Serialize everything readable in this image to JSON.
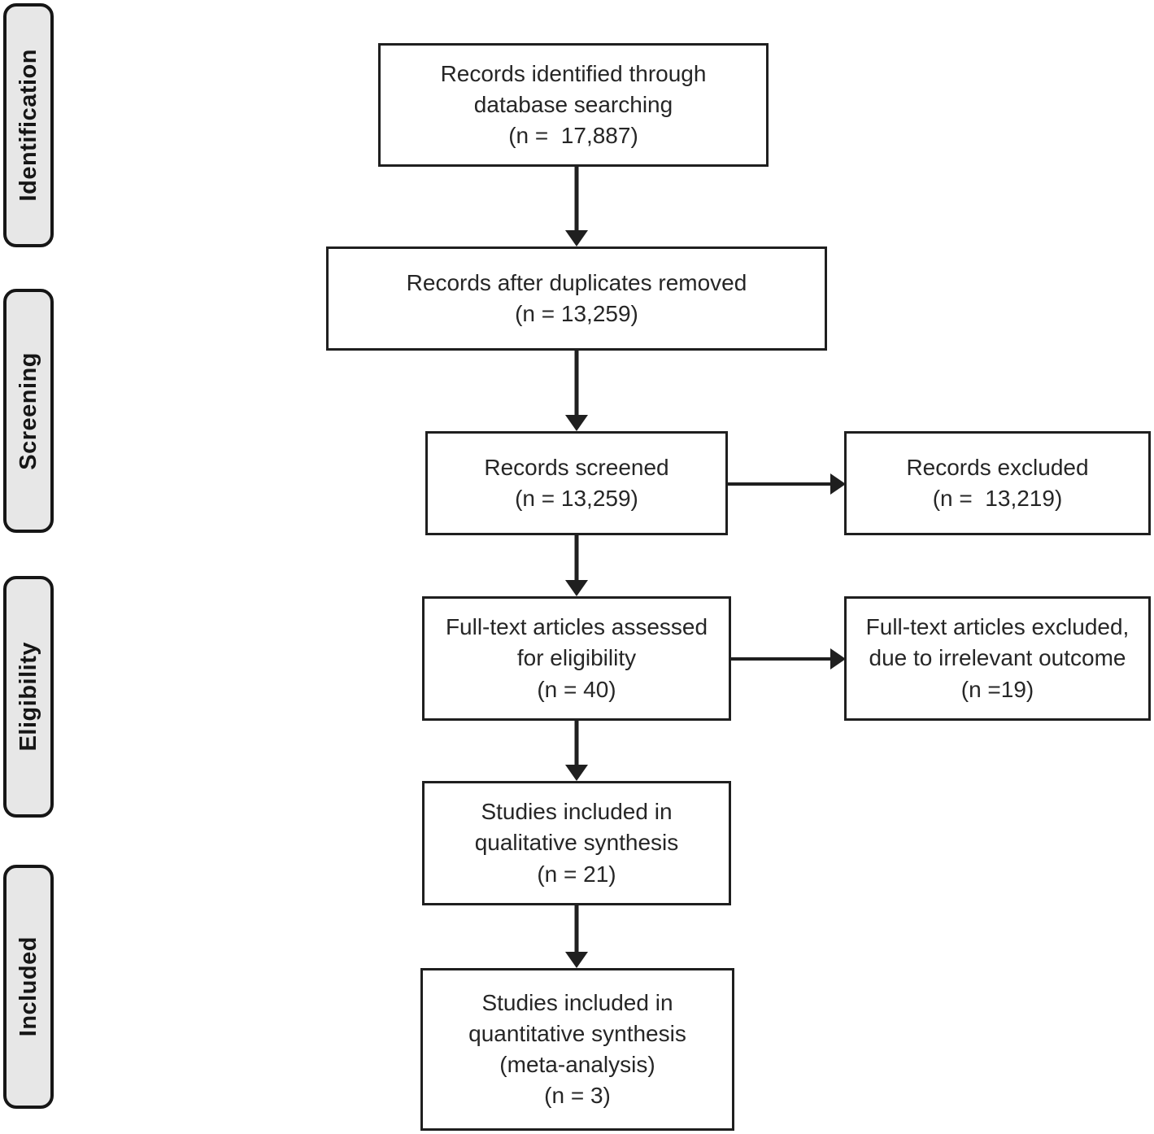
{
  "diagram_type": "prisma-flow",
  "colors": {
    "background": "#ffffff",
    "box_border": "#1f1f1f",
    "box_fill": "#ffffff",
    "stage_fill": "#e7e7e7",
    "stage_border": "#161616",
    "text": "#262626",
    "arrow": "#1f1f1f"
  },
  "stages": [
    {
      "label": "Identification"
    },
    {
      "label": "Screening"
    },
    {
      "label": "Eligibility"
    },
    {
      "label": "Included"
    }
  ],
  "boxes": [
    {
      "id": "records-identified",
      "text": "Records identified through\ndatabase searching\n(n =  17,887)"
    },
    {
      "id": "records-after-duplicates",
      "text": "Records after duplicates removed\n(n = 13,259)"
    },
    {
      "id": "records-screened",
      "text": "Records screened\n(n = 13,259)"
    },
    {
      "id": "records-excluded",
      "text": "Records excluded\n(n =  13,219)"
    },
    {
      "id": "fulltext-assessed",
      "text": "Full-text articles assessed\nfor eligibility\n(n = 40)"
    },
    {
      "id": "fulltext-excluded",
      "text": "Full-text articles excluded,\ndue to irrelevant outcome\n(n =19)"
    },
    {
      "id": "qualitative-synthesis",
      "text": "Studies included in\nqualitative synthesis\n(n = 21)"
    },
    {
      "id": "quantitative-synthesis",
      "text": "Studies included in\nquantitative synthesis\n(meta-analysis)\n(n = 3)"
    }
  ],
  "arrows": [
    {
      "from": "records-identified",
      "to": "records-after-duplicates",
      "direction": "down"
    },
    {
      "from": "records-after-duplicates",
      "to": "records-screened",
      "direction": "down"
    },
    {
      "from": "records-screened",
      "to": "records-excluded",
      "direction": "right"
    },
    {
      "from": "records-screened",
      "to": "fulltext-assessed",
      "direction": "down"
    },
    {
      "from": "fulltext-assessed",
      "to": "fulltext-excluded",
      "direction": "right"
    },
    {
      "from": "fulltext-assessed",
      "to": "qualitative-synthesis",
      "direction": "down"
    },
    {
      "from": "qualitative-synthesis",
      "to": "quantitative-synthesis",
      "direction": "down"
    }
  ]
}
